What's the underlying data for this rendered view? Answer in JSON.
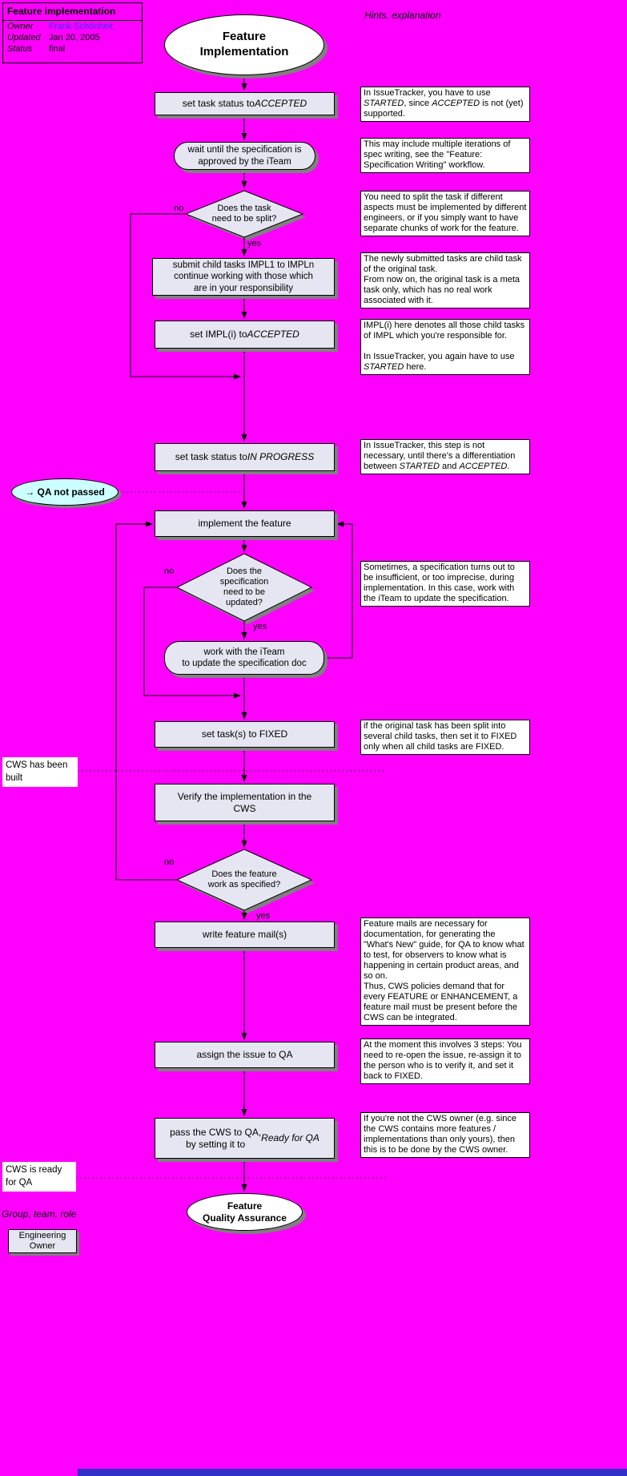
{
  "palette": {
    "background": "#ff00ff",
    "node_fill": "#e6e6f2",
    "hint_fill": "#ffffff",
    "qa_event_fill": "#ccffff",
    "shadow": "#808080",
    "link": "#3333ff",
    "bottom_bar": "#3030c8"
  },
  "header": {
    "title": "Feature implementation",
    "fields": [
      {
        "label": "Owner",
        "value": "Frank Schönheit"
      },
      {
        "label": "Updated",
        "value": "Jan 20, 2005"
      },
      {
        "label": "Status",
        "value": "final"
      }
    ],
    "hints_heading": "Hints, explanation"
  },
  "flow": {
    "start": "Feature\nImplementation",
    "set_accepted": {
      "rich": [
        {
          "t": "set task status to "
        },
        {
          "t": "ACCEPTED",
          "i": true
        }
      ]
    },
    "wait_spec": "wait until the specification is\napproved by the iTeam",
    "split_decision": {
      "text": "Does the task\nneed to be split?",
      "no": "no",
      "yes": "yes"
    },
    "submit_children": "submit child tasks IMPL1 to IMPLn\ncontinue working with those which\nare in your responsibility",
    "set_impl_accepted": {
      "rich": [
        {
          "t": "set IMPL(i) to "
        },
        {
          "t": "ACCEPTED",
          "i": true
        }
      ]
    },
    "set_in_progress": {
      "rich": [
        {
          "t": "set task status to "
        },
        {
          "t": "IN PROGRESS",
          "i": true
        }
      ]
    },
    "qa_not_passed": "→ QA not passed",
    "implement": "implement the feature",
    "spec_update_decision": {
      "text": "Does the\nspecification\nneed to be\nupdated?",
      "no": "no",
      "yes": "yes"
    },
    "update_spec": "work with the iTeam\nto update the specification doc",
    "set_fixed": "set task(s) to FIXED",
    "cws_built": "CWS has been\nbuilt",
    "verify": "Verify the implementation in the\nCWS",
    "works_decision": {
      "text": "Does the feature\nwork as specified?",
      "no": "no",
      "yes": "yes"
    },
    "write_mail": "write feature mail(s)",
    "assign_qa": "assign the issue to QA",
    "pass_cws": {
      "rich": [
        {
          "t": "pass the CWS to QA,\nby setting it to "
        },
        {
          "t": "Ready for QA",
          "i": true
        }
      ]
    },
    "cws_ready": "CWS is ready\nfor QA",
    "end": "Feature\nQuality Assurance"
  },
  "hints": {
    "set_accepted": {
      "rich": [
        {
          "t": "In IssueTracker, you have to use "
        },
        {
          "t": "STARTED",
          "i": true
        },
        {
          "t": ", since "
        },
        {
          "t": "ACCEPTED",
          "i": true
        },
        {
          "t": " is not (yet) supported."
        }
      ]
    },
    "wait_spec": "This may include multiple iterations of spec writing, see the \"Feature: Specification Writing\" workflow.",
    "split_decision": "You need to split the task if different aspects must be implemented by different engineers, or if you simply want to have separate chunks of work for the feature.",
    "submit_children": "The newly submitted tasks are child task of the original task.\nFrom now on, the original task is a meta task only, which has no real work associated with it.",
    "set_impl_accepted": {
      "rich": [
        {
          "t": "IMPL(i) here denotes all those child tasks of IMPL which you're responsible for.\n\nIn IssueTracker, you again have to use "
        },
        {
          "t": "STARTED",
          "i": true
        },
        {
          "t": " here."
        }
      ]
    },
    "set_in_progress": {
      "rich": [
        {
          "t": "In IssueTracker, this step is not necessary, until there's a differentiation between "
        },
        {
          "t": "STARTED",
          "i": true
        },
        {
          "t": " and "
        },
        {
          "t": "ACCEPTED",
          "i": true
        },
        {
          "t": "."
        }
      ]
    },
    "spec_update_decision": "Sometimes, a specification turns out to be insufficient, or too imprecise, during implementation. In this case, work with the iTeam to update the specification.",
    "set_fixed": "if the original task has been split into several child tasks, then set it to FIXED only when all child tasks are FIXED.",
    "write_mail": "Feature mails are necessary for documentation, for generating the \"What's New\" guide, for QA to know what to test, for observers to know what is happening in certain product areas, and so on.\nThus, CWS policies demand that for every FEATURE or ENHANCEMENT, a feature mail must be present before the CWS can be integrated.",
    "assign_qa": "At the moment this involves 3 steps: You need to re-open the issue, re-assign it to the person who is to verify it, and set it back to FIXED.",
    "pass_cws": "If you're not the CWS owner (e.g. since the CWS contains more features / implementations than only yours), then this is to be done by the CWS owner."
  },
  "footer": {
    "group_label": "Group, team, role",
    "role": "Engineering\nOwner"
  }
}
